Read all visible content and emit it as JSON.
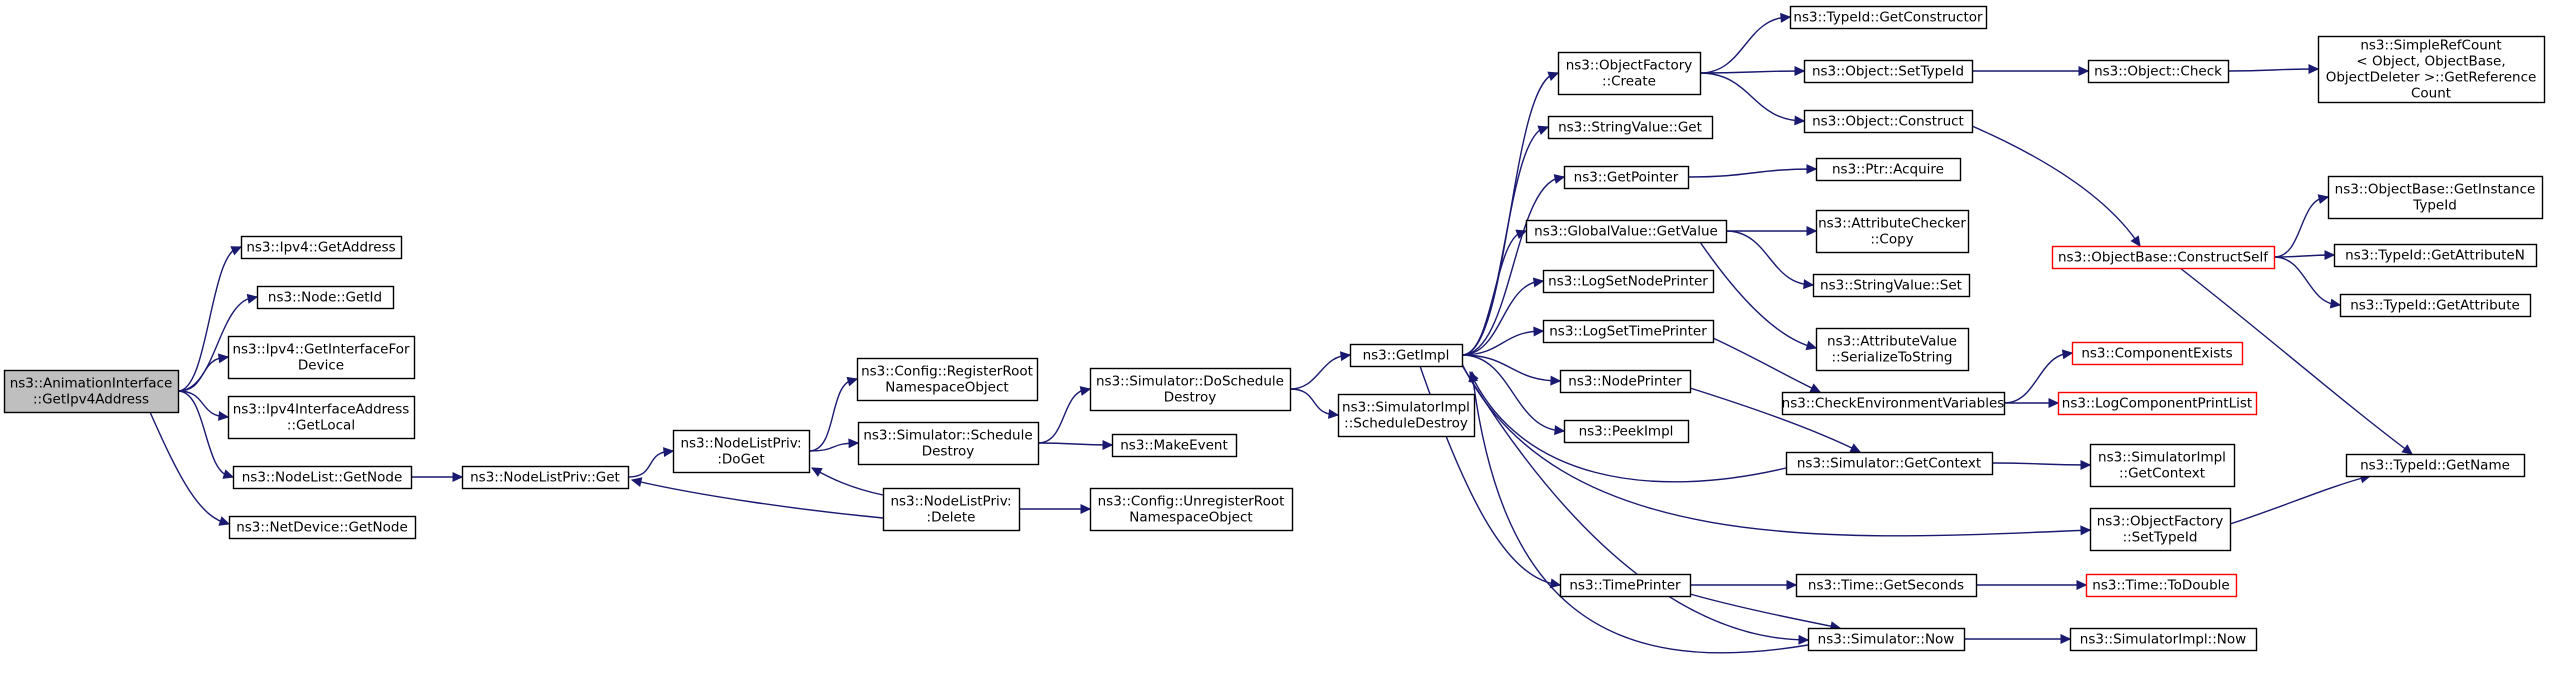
{
  "colors": {
    "edge": "#191970",
    "box_stroke": "#000000",
    "box_stroke_truncated": "#ff0000",
    "root_fill": "#bfbfbf",
    "box_fill": "#ffffff"
  },
  "nodes": [
    {
      "id": "root",
      "lines": [
        "ns3::AnimationInterface",
        "::GetIpv4Address"
      ],
      "root": true
    },
    {
      "id": "ipv4GetAddress",
      "lines": [
        "ns3::Ipv4::GetAddress"
      ]
    },
    {
      "id": "nodeGetId",
      "lines": [
        "ns3::Node::GetId"
      ]
    },
    {
      "id": "ipv4GetInterfaceFor",
      "lines": [
        "ns3::Ipv4::GetInterfaceFor",
        "Device"
      ]
    },
    {
      "id": "ipv4IfAddrGetLocal",
      "lines": [
        "ns3::Ipv4InterfaceAddress",
        "::GetLocal"
      ]
    },
    {
      "id": "nodeListGetNode",
      "lines": [
        "ns3::NodeList::GetNode"
      ]
    },
    {
      "id": "netDeviceGetNode",
      "lines": [
        "ns3::NetDevice::GetNode"
      ]
    },
    {
      "id": "nodeListPrivGet",
      "lines": [
        "ns3::NodeListPriv::Get"
      ]
    },
    {
      "id": "nodeListPrivDoGet",
      "lines": [
        "ns3::NodeListPriv:",
        ":DoGet"
      ]
    },
    {
      "id": "configRegisterRoot",
      "lines": [
        "ns3::Config::RegisterRoot",
        "NamespaceObject"
      ]
    },
    {
      "id": "simScheduleDestroy",
      "lines": [
        "ns3::Simulator::Schedule",
        "Destroy"
      ]
    },
    {
      "id": "nodeListPrivDelete",
      "lines": [
        "ns3::NodeListPriv:",
        ":Delete"
      ]
    },
    {
      "id": "simDoScheduleDestroy",
      "lines": [
        "ns3::Simulator::DoSchedule",
        "Destroy"
      ]
    },
    {
      "id": "makeEvent",
      "lines": [
        "ns3::MakeEvent"
      ]
    },
    {
      "id": "configUnregisterRoot",
      "lines": [
        "ns3::Config::UnregisterRoot",
        "NamespaceObject"
      ]
    },
    {
      "id": "getImpl",
      "lines": [
        "ns3::GetImpl"
      ]
    },
    {
      "id": "simImplScheduleDestroy",
      "lines": [
        "ns3::SimulatorImpl",
        "::ScheduleDestroy"
      ]
    },
    {
      "id": "objectFactoryCreate",
      "lines": [
        "ns3::ObjectFactory",
        "::Create"
      ]
    },
    {
      "id": "stringValueGet",
      "lines": [
        "ns3::StringValue::Get"
      ]
    },
    {
      "id": "getPointer",
      "lines": [
        "ns3::GetPointer"
      ]
    },
    {
      "id": "globalValueGetValue",
      "lines": [
        "ns3::GlobalValue::GetValue"
      ]
    },
    {
      "id": "logSetNodePrinter",
      "lines": [
        "ns3::LogSetNodePrinter"
      ]
    },
    {
      "id": "logSetTimePrinter",
      "lines": [
        "ns3::LogSetTimePrinter"
      ]
    },
    {
      "id": "nodePrinter",
      "lines": [
        "ns3::NodePrinter"
      ]
    },
    {
      "id": "peekImpl",
      "lines": [
        "ns3::PeekImpl"
      ]
    },
    {
      "id": "timePrinter",
      "lines": [
        "ns3::TimePrinter"
      ]
    },
    {
      "id": "typeIdGetConstructor",
      "lines": [
        "ns3::TypeId::GetConstructor"
      ]
    },
    {
      "id": "objectSetTypeId",
      "lines": [
        "ns3::Object::SetTypeId"
      ]
    },
    {
      "id": "objectConstruct",
      "lines": [
        "ns3::Object::Construct"
      ]
    },
    {
      "id": "ptrAcquire",
      "lines": [
        "ns3::Ptr::Acquire"
      ]
    },
    {
      "id": "attrCheckerCopy",
      "lines": [
        "ns3::AttributeChecker",
        "::Copy"
      ]
    },
    {
      "id": "stringValueSet",
      "lines": [
        "ns3::StringValue::Set"
      ]
    },
    {
      "id": "attrValueSerialize",
      "lines": [
        "ns3::AttributeValue",
        "::SerializeToString"
      ]
    },
    {
      "id": "checkEnvVars",
      "lines": [
        "ns3::CheckEnvironmentVariables"
      ]
    },
    {
      "id": "simGetContext",
      "lines": [
        "ns3::Simulator::GetContext"
      ]
    },
    {
      "id": "objectFactorySetTypeId",
      "lines": [
        "ns3::ObjectFactory",
        "::SetTypeId"
      ]
    },
    {
      "id": "timeGetSeconds",
      "lines": [
        "ns3::Time::GetSeconds"
      ]
    },
    {
      "id": "simNow",
      "lines": [
        "ns3::Simulator::Now"
      ]
    },
    {
      "id": "objectCheck",
      "lines": [
        "ns3::Object::Check"
      ]
    },
    {
      "id": "objectBaseConstructSelf",
      "lines": [
        "ns3::ObjectBase::ConstructSelf"
      ],
      "truncated": true
    },
    {
      "id": "componentExists",
      "lines": [
        "ns3::ComponentExists"
      ],
      "truncated": true
    },
    {
      "id": "logComponentPrintList",
      "lines": [
        "ns3::LogComponentPrintList"
      ],
      "truncated": true
    },
    {
      "id": "simImplGetContext",
      "lines": [
        "ns3::SimulatorImpl",
        "::GetContext"
      ]
    },
    {
      "id": "timeToDouble",
      "lines": [
        "ns3::Time::ToDouble"
      ],
      "truncated": true
    },
    {
      "id": "simImplNow",
      "lines": [
        "ns3::SimulatorImpl::Now"
      ]
    },
    {
      "id": "simpleRefCount",
      "lines": [
        "ns3::SimpleRefCount",
        "< Object, ObjectBase,",
        "ObjectDeleter >::GetReference",
        "Count"
      ]
    },
    {
      "id": "objectBaseGetInstanceTypeId",
      "lines": [
        "ns3::ObjectBase::GetInstance",
        "TypeId"
      ]
    },
    {
      "id": "typeIdGetAttributeN",
      "lines": [
        "ns3::TypeId::GetAttributeN"
      ]
    },
    {
      "id": "typeIdGetAttribute",
      "lines": [
        "ns3::TypeId::GetAttribute"
      ]
    },
    {
      "id": "typeIdGetName",
      "lines": [
        "ns3::TypeId::GetName"
      ]
    }
  ],
  "edges": [
    [
      "root",
      "ipv4GetAddress"
    ],
    [
      "root",
      "nodeGetId"
    ],
    [
      "root",
      "ipv4GetInterfaceFor"
    ],
    [
      "root",
      "ipv4IfAddrGetLocal"
    ],
    [
      "root",
      "nodeListGetNode"
    ],
    [
      "root",
      "netDeviceGetNode"
    ],
    [
      "nodeListGetNode",
      "nodeListPrivGet"
    ],
    [
      "nodeListPrivGet",
      "nodeListPrivDoGet"
    ],
    [
      "nodeListPrivDoGet",
      "configRegisterRoot"
    ],
    [
      "nodeListPrivDoGet",
      "simScheduleDestroy"
    ],
    [
      "nodeListPrivDelete",
      "nodeListPrivDoGet"
    ],
    [
      "nodeListPrivDelete",
      "nodeListPrivGet"
    ],
    [
      "nodeListPrivDelete",
      "configUnregisterRoot"
    ],
    [
      "simScheduleDestroy",
      "simDoScheduleDestroy"
    ],
    [
      "simScheduleDestroy",
      "makeEvent"
    ],
    [
      "simDoScheduleDestroy",
      "getImpl"
    ],
    [
      "simDoScheduleDestroy",
      "simImplScheduleDestroy"
    ],
    [
      "getImpl",
      "objectFactoryCreate"
    ],
    [
      "getImpl",
      "stringValueGet"
    ],
    [
      "getImpl",
      "getPointer"
    ],
    [
      "getImpl",
      "globalValueGetValue"
    ],
    [
      "getImpl",
      "logSetNodePrinter"
    ],
    [
      "getImpl",
      "logSetTimePrinter"
    ],
    [
      "getImpl",
      "nodePrinter"
    ],
    [
      "getImpl",
      "peekImpl"
    ],
    [
      "getImpl",
      "timePrinter"
    ],
    [
      "getImpl",
      "objectFactorySetTypeId"
    ],
    [
      "getImpl",
      "simNow"
    ],
    [
      "objectFactoryCreate",
      "typeIdGetConstructor"
    ],
    [
      "objectFactoryCreate",
      "objectSetTypeId"
    ],
    [
      "objectFactoryCreate",
      "objectConstruct"
    ],
    [
      "objectSetTypeId",
      "objectCheck"
    ],
    [
      "objectCheck",
      "simpleRefCount"
    ],
    [
      "objectConstruct",
      "objectBaseConstructSelf"
    ],
    [
      "objectBaseConstructSelf",
      "objectBaseGetInstanceTypeId"
    ],
    [
      "objectBaseConstructSelf",
      "typeIdGetAttributeN"
    ],
    [
      "objectBaseConstructSelf",
      "typeIdGetAttribute"
    ],
    [
      "objectBaseConstructSelf",
      "typeIdGetName"
    ],
    [
      "getPointer",
      "ptrAcquire"
    ],
    [
      "globalValueGetValue",
      "attrCheckerCopy"
    ],
    [
      "globalValueGetValue",
      "stringValueSet"
    ],
    [
      "globalValueGetValue",
      "attrValueSerialize"
    ],
    [
      "logSetTimePrinter",
      "checkEnvVars"
    ],
    [
      "checkEnvVars",
      "componentExists"
    ],
    [
      "checkEnvVars",
      "logComponentPrintList"
    ],
    [
      "nodePrinter",
      "simGetContext"
    ],
    [
      "simGetContext",
      "getImpl"
    ],
    [
      "simGetContext",
      "simImplGetContext"
    ],
    [
      "objectFactorySetTypeId",
      "typeIdGetName"
    ],
    [
      "timePrinter",
      "timeGetSeconds"
    ],
    [
      "timePrinter",
      "simNow"
    ],
    [
      "timeGetSeconds",
      "timeToDouble"
    ],
    [
      "simNow",
      "getImpl"
    ],
    [
      "simNow",
      "simImplNow"
    ]
  ]
}
